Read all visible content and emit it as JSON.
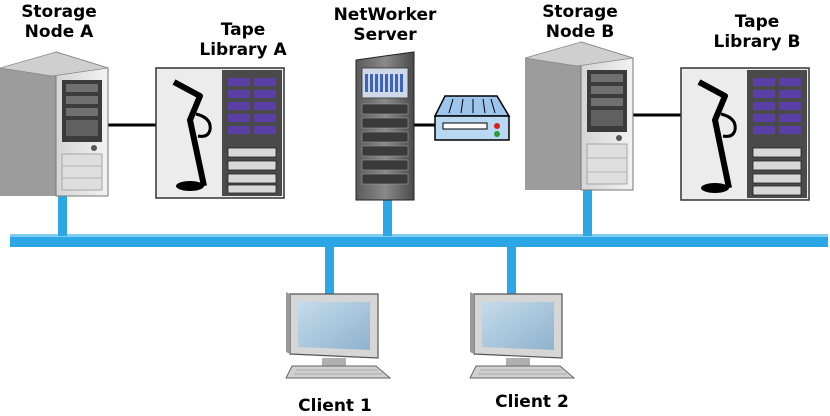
{
  "colors": {
    "network": "#2aa7e4",
    "link": "#000000",
    "tower_body": "#b4b4b4",
    "tower_front": "#e2e2e2",
    "library_body": "#ebebeb",
    "screen": "#a9c6dc",
    "slot": "#5b3ea6"
  },
  "nodes": {
    "storage_node_a": {
      "line1": "Storage",
      "line2": "Node A",
      "icon": "tower-server-icon"
    },
    "tape_library_a": {
      "line1": "Tape",
      "line2": "Library A",
      "icon": "tape-library-icon"
    },
    "networker_server": {
      "line1": "NetWorker",
      "line2": "Server",
      "icon": "rack-server-icon"
    },
    "storage_node_b": {
      "line1": "Storage",
      "line2": "Node B",
      "icon": "tower-server-icon"
    },
    "tape_library_b": {
      "line1": "Tape",
      "line2": "Library B",
      "icon": "tape-library-icon"
    },
    "client_1": {
      "label": "Client 1",
      "icon": "monitor-icon"
    },
    "client_2": {
      "label": "Client 2",
      "icon": "monitor-icon"
    },
    "tape_device": {
      "icon": "tape-drive-icon"
    }
  }
}
